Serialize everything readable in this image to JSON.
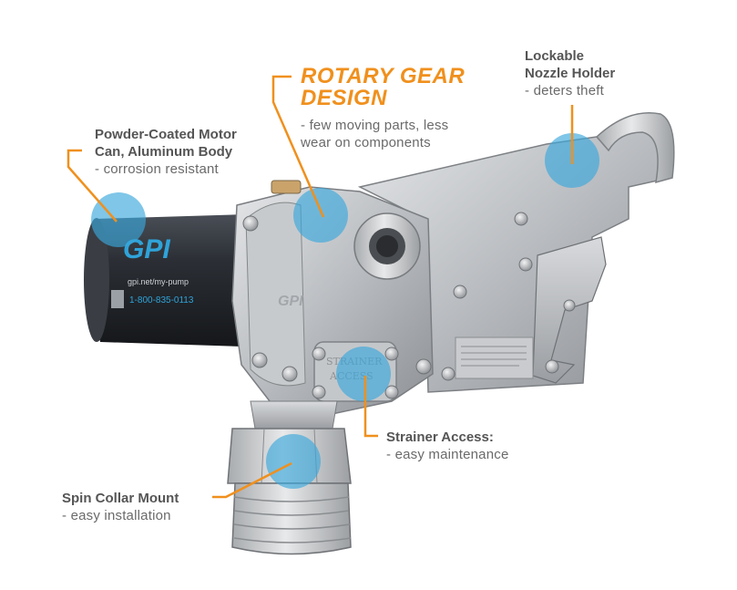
{
  "colors": {
    "accent": "#f0901d",
    "hotspot": "#3aa7dc",
    "label_text": "#555555"
  },
  "callouts": {
    "motor": {
      "title_line1": "Powder-Coated Motor",
      "title_line2": "Can, Aluminum Body",
      "subtitle": "- corrosion resistant"
    },
    "rotary": {
      "title_line1": "ROTARY GEAR",
      "title_line2": "DESIGN",
      "subtitle_line1": "- few moving parts, less",
      "subtitle_line2": "wear on components"
    },
    "lockable": {
      "title_line1": "Lockable",
      "title_line2": "Nozzle Holder",
      "subtitle": "- deters theft"
    },
    "strainer": {
      "title": "Strainer Access:",
      "subtitle": "- easy maintenance"
    },
    "spin": {
      "title": "Spin Collar Mount",
      "subtitle": "- easy installation"
    }
  },
  "product_markings": {
    "brand": "GPI",
    "website": "gpi.net/my-pump",
    "phone": "1-800-835-0113",
    "plate_text_line1": "STRAINER",
    "plate_text_line2": "ACCESS"
  }
}
